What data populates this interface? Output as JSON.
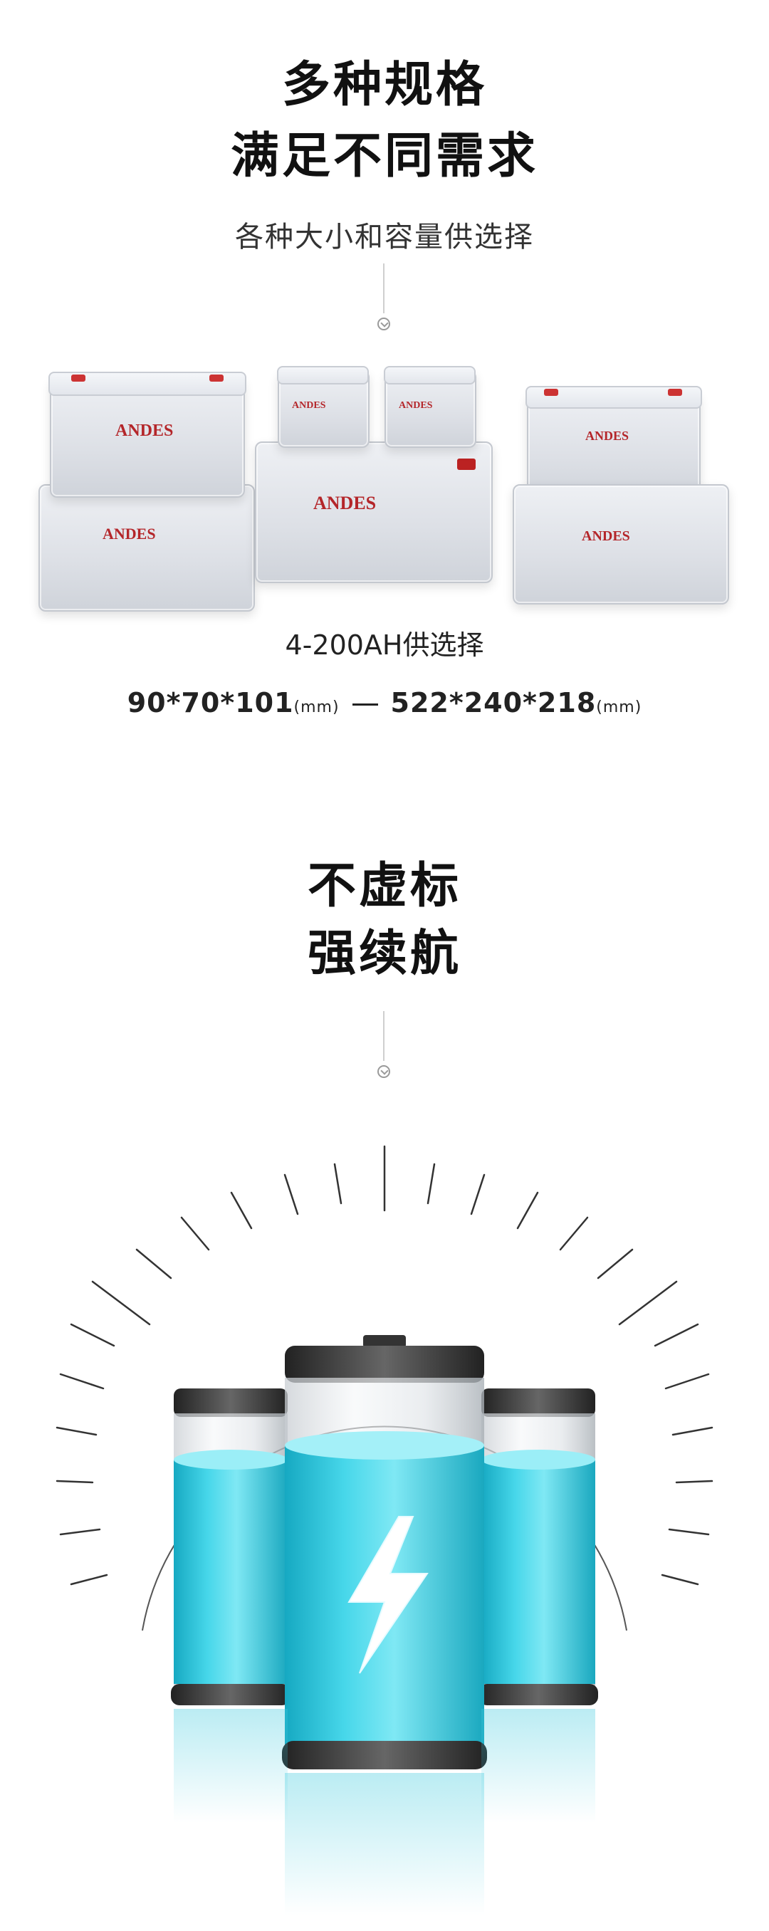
{
  "section1": {
    "title_line1": "多种规格",
    "title_line2": "满足不同需求",
    "subtitle": "各种大小和容量供选择",
    "capacity_caption": "4-200AH供选择",
    "dims_min": "90*70*101",
    "dims_max": "522*240*218",
    "unit": "(mm)"
  },
  "section2": {
    "title_line1": "不虚标",
    "title_line2": "强续航"
  },
  "product": {
    "brand": "ANDES"
  },
  "colors": {
    "accent_cyan": "#2ec4d8",
    "battery_red": "#c0282b"
  },
  "icons": {
    "connector": "chevron-down-icon",
    "bolt": "lightning-bolt-icon"
  }
}
